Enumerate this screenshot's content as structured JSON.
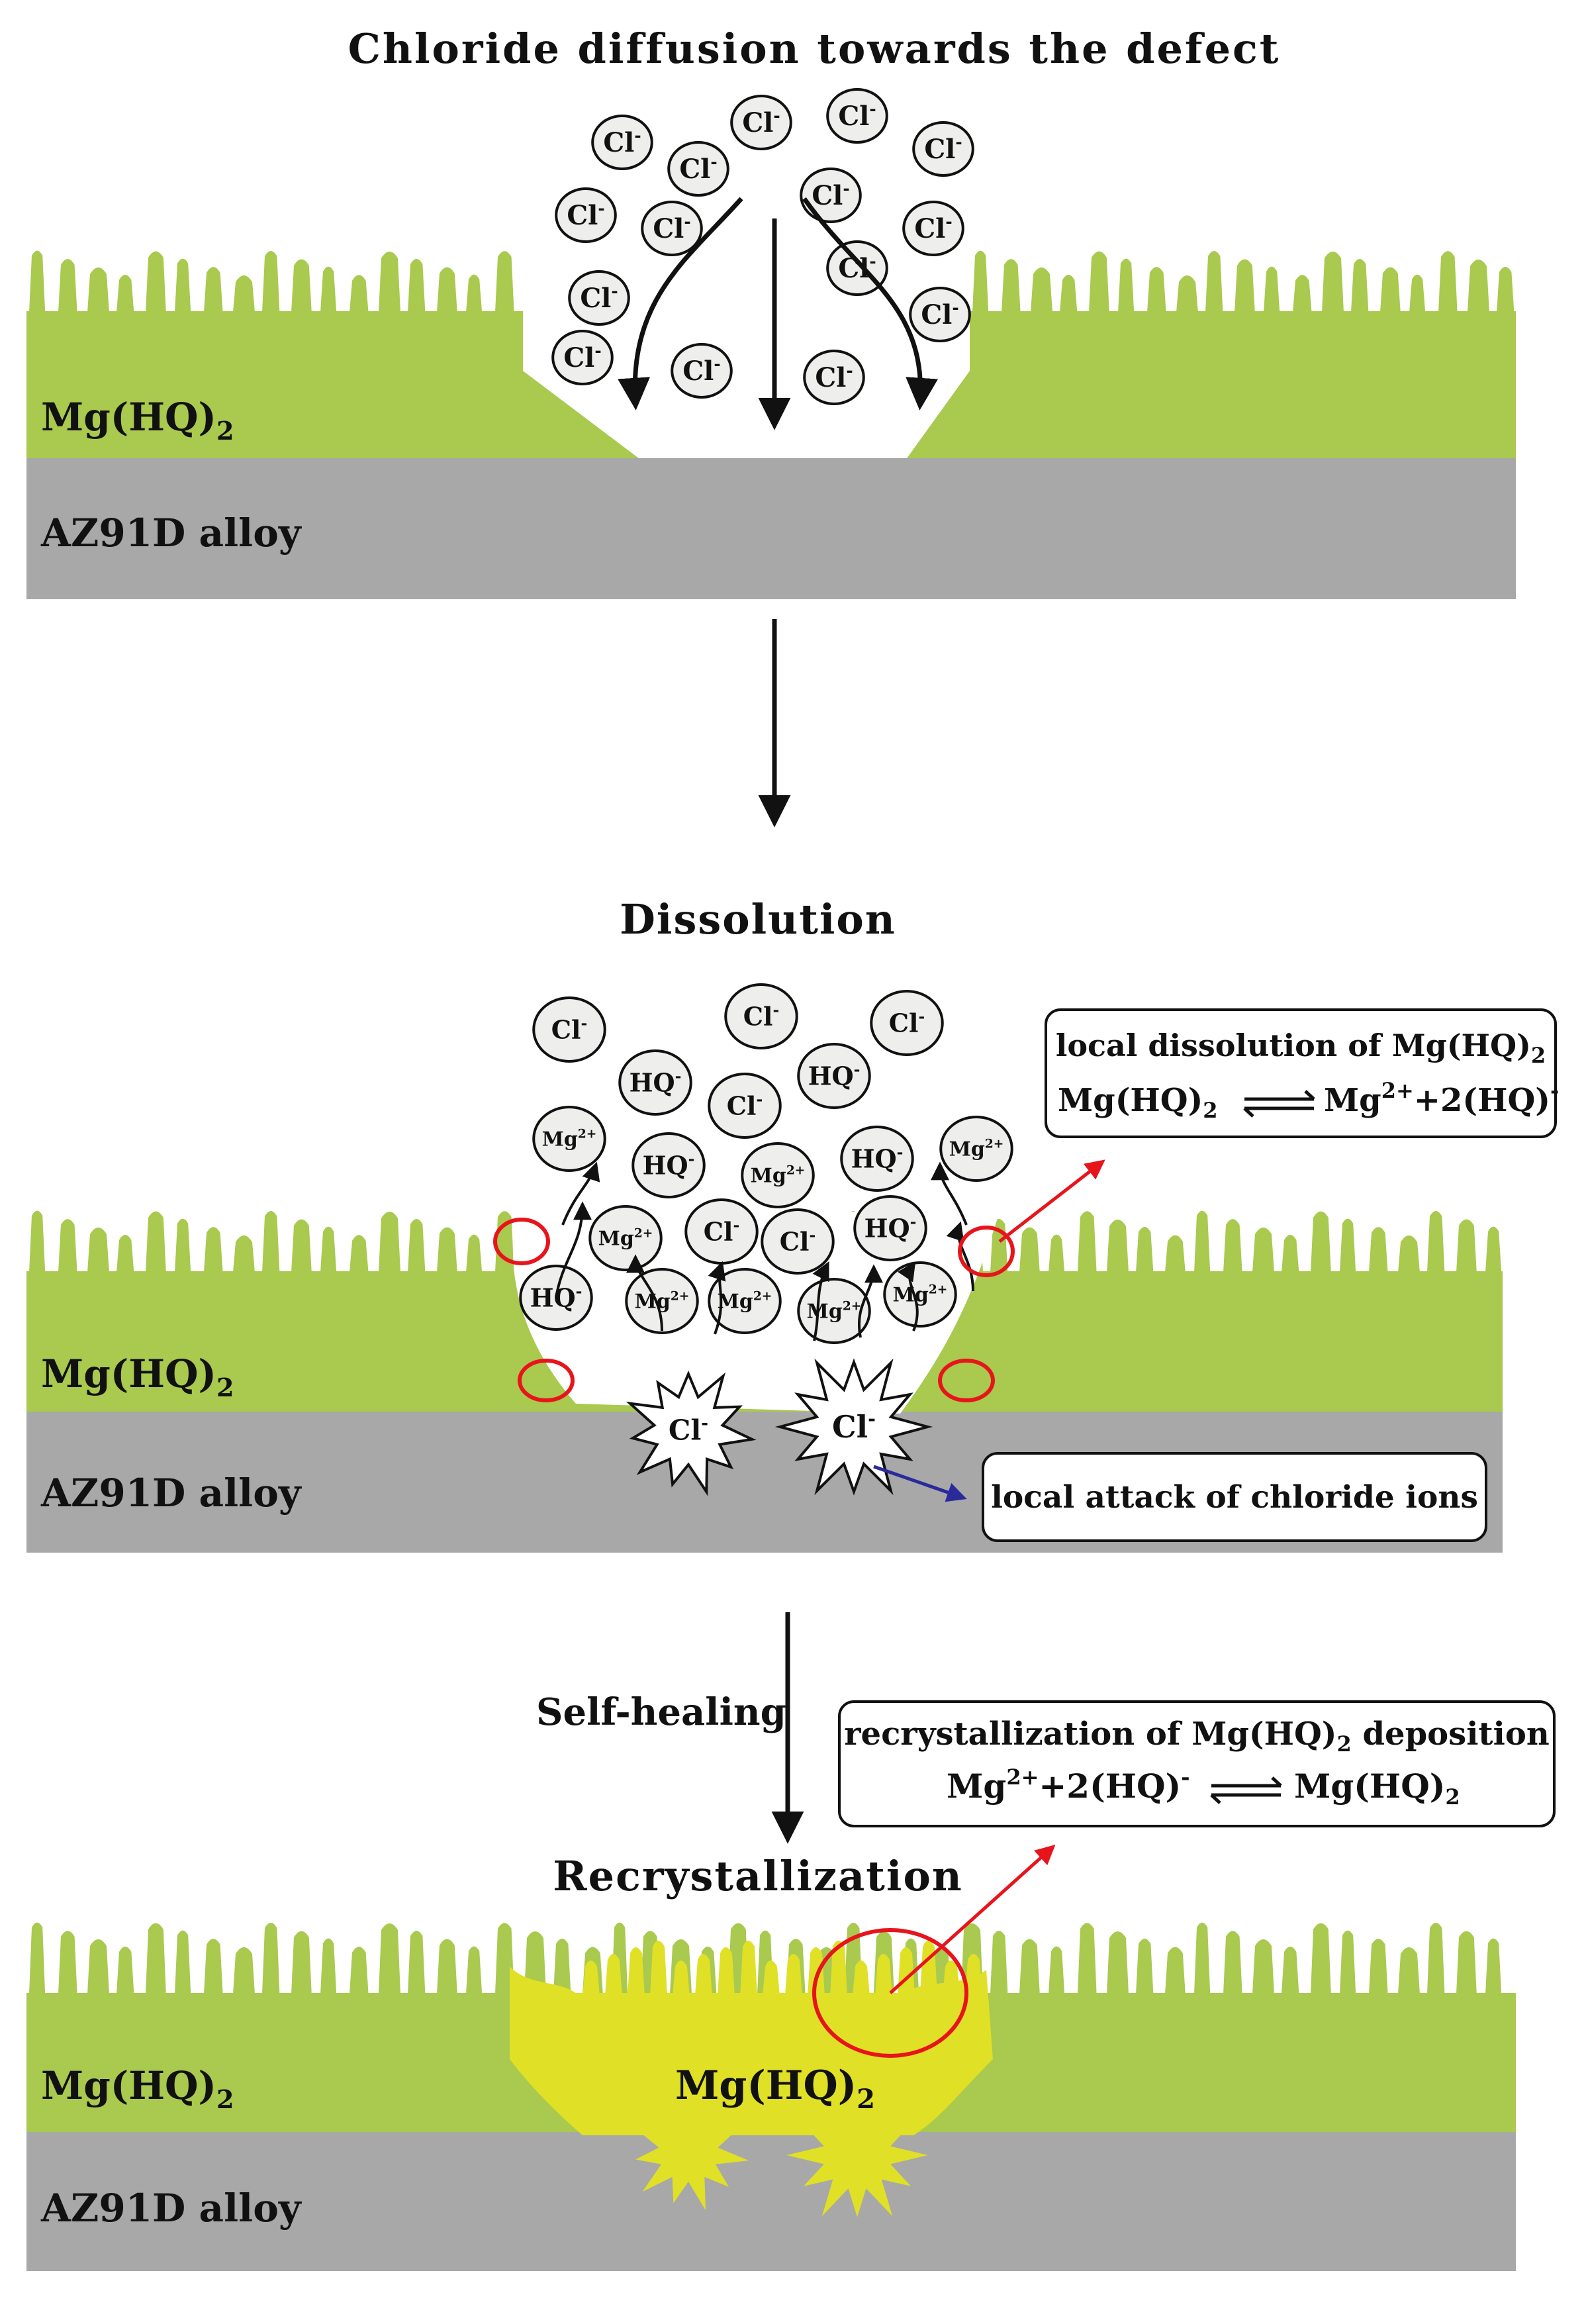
{
  "colors": {
    "coating": "#a9c94f",
    "healed": "#e0e026",
    "alloy": "#a8a8a8",
    "ion_fill": "#eeeeec",
    "arrow": "#111111",
    "highlight": "#e8141c",
    "attack_arrow": "#2a2a9a",
    "background": "#ffffff"
  },
  "panel1": {
    "title": "Chloride diffusion towards the defect",
    "coating_label_base": "Mg(HQ)",
    "coating_label_sub": "2",
    "alloy_label": "AZ91D alloy",
    "ion": "Cl",
    "ion_charge": "-"
  },
  "panel2": {
    "title": "Dissolution",
    "coating_label_base": "Mg(HQ)",
    "coating_label_sub": "2",
    "alloy_label": "AZ91D alloy",
    "ions": {
      "cl": "Cl",
      "cl_charge": "-",
      "hq": "HQ",
      "hq_charge": "-",
      "mg": "Mg",
      "mg_charge": "2+"
    },
    "attack_ion": "Cl",
    "attack_charge": "-",
    "dissolution_box": {
      "title": "local dissolution of Mg(HQ)",
      "title_sub": "2",
      "left_base": "Mg(HQ)",
      "left_sub": "2",
      "right_a": "Mg",
      "right_a_sup": "2+",
      "right_b": "+2(HQ)",
      "right_b_sup": "-"
    },
    "attack_box": "local attack of chloride ions"
  },
  "panel3": {
    "step_label": "Self-healing",
    "title": "Recrystallization",
    "coating_label_base": "Mg(HQ)",
    "coating_label_sub": "2",
    "healed_label_base": "Mg(HQ)",
    "healed_label_sub": "2",
    "alloy_label": "AZ91D alloy",
    "recryst_box": {
      "title_base": "recrystallization of Mg(HQ)",
      "title_sub": "2",
      "title_end": " deposition",
      "left_a": "Mg",
      "left_a_sup": "2+",
      "left_b": "+2(HQ)",
      "left_b_sup": "-",
      "right_base": "Mg(HQ)",
      "right_sub": "2"
    }
  }
}
